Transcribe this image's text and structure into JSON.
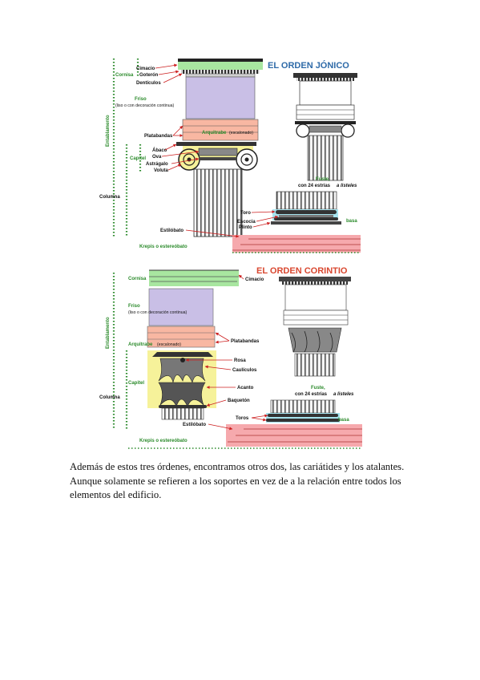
{
  "ionic": {
    "title": "EL ORDEN JÓNICO",
    "entablamento": "Entablamento",
    "columna": "Columna",
    "cimacio": "Cimacio",
    "cornisa": "Cornisa",
    "goteron": "Goterón",
    "denticulos": "Dentículos",
    "friso": "Friso",
    "friso_sub": "(liso o con decoración continua)",
    "platabandas": "Platabandas",
    "arquitrabe": "Arquitrabe",
    "arquitrabe_sub": "(escalonado)",
    "abaco": "Ábaco",
    "ova": "Ova",
    "astragalo": "Astrágalo",
    "voluta": "Voluta",
    "capitel": "Capitel",
    "fuste": "Fuste,",
    "fuste_sub": "con 24 estrías",
    "fuste_em": "a listeles",
    "toro": "Toro",
    "escocia": "Escocia",
    "plinto": "Plinto",
    "basa": "basa",
    "estilobato": "Estilóbato",
    "krepis": "Krepis o estereóbato"
  },
  "corinthian": {
    "title": "EL ORDEN CORINTIO",
    "entablamento": "Entablamento",
    "columna": "Columna",
    "cornisa": "Cornisa",
    "cimacio": "Cimacio",
    "friso": "Friso",
    "friso_sub": "(liso o con decoración continua)",
    "arquitrabe": "Arquitrabe",
    "arquitrabe_sub": "(escalonado)",
    "platabandas": "Platabandas",
    "rosa": "Rosa",
    "caulicolos": "Caulículos",
    "capitel": "Capitel",
    "acanto": "Acanto",
    "baqueton": "Baquetón",
    "fuste": "Fuste,",
    "fuste_sub": "con 24 estrías",
    "fuste_em": "a listeles",
    "toros": "Toros",
    "basa": "basa",
    "estilobato": "Estilóbato",
    "krepis": "Krepis o estereóbato"
  },
  "paragraph": "Además de estos tres órdenes, encontramos otros dos, las cariátides y los atalantes. Aunque solamente se refieren a los soportes en vez de a la relación entre todos los elementos del edificio.",
  "colors": {
    "green": "#2a8a2a",
    "red": "#cc1f1f",
    "title_blue": "#2e6aa8",
    "band_green": "#a8e6a0",
    "band_purple": "#c9bfe6",
    "band_salmon": "#f8b7a2",
    "band_yellow": "#f6f29a",
    "band_cyan": "#a6e4ef",
    "band_pink": "#f6a9ad"
  }
}
